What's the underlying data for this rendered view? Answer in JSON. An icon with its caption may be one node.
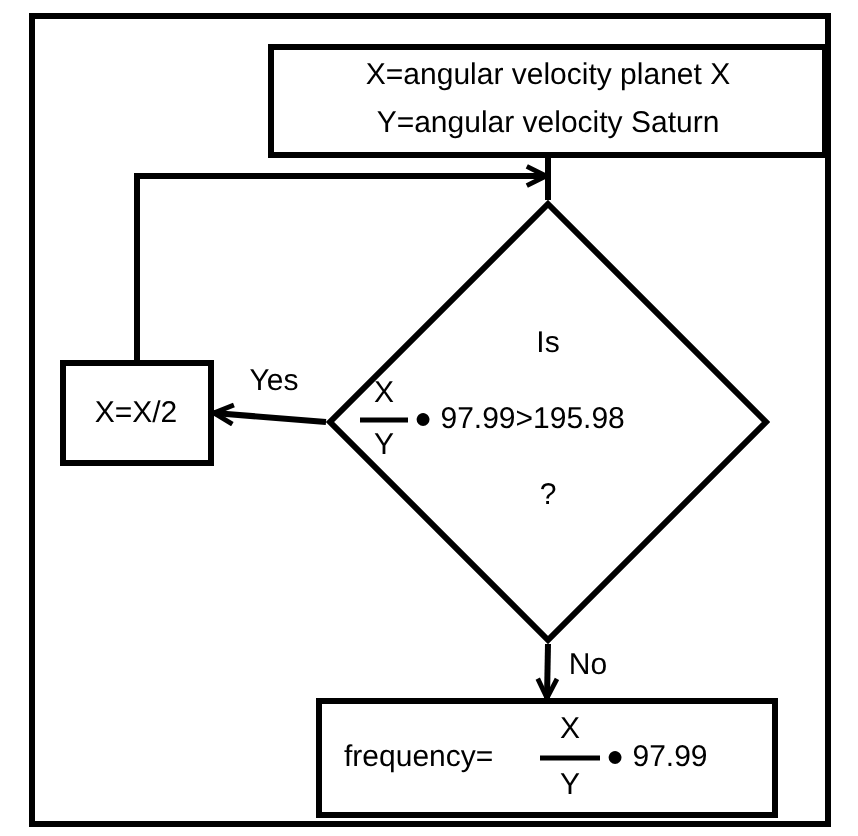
{
  "diagram": {
    "nodes": [
      {
        "text": [
          "X=angular velocity planet X",
          "Y=angular velocity Saturn"
        ]
      },
      {
        "text": [
          "Is",
          "X",
          "Y",
          "● 97.99>195.98",
          "?"
        ]
      },
      {
        "text": [
          "X=X/2"
        ]
      },
      {
        "text": [
          "frequency=",
          "X",
          "Y",
          "● 97.99"
        ]
      }
    ],
    "edges": [
      {
        "from": 0,
        "to": 1,
        "arrow": "none"
      },
      {
        "from": 1,
        "to": 2,
        "arrow": "to",
        "label": "Yes"
      },
      {
        "from": 2,
        "to": 1,
        "arrow": "to"
      },
      {
        "from": 1,
        "to": 3,
        "arrow": "to",
        "label": "No"
      }
    ]
  }
}
